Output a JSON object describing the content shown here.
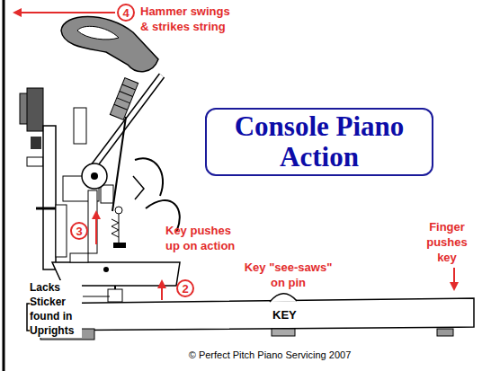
{
  "diagram": {
    "title": "Console Piano Action",
    "labels": [
      "4",
      "Hammer swings & strikes string",
      "3",
      "Key pushes up on action",
      "2",
      "Key \"see-saws\" on pin",
      "Finger pushes key",
      "Lacks Sticker found in Uprights",
      "KEY",
      "© Perfect Pitch Piano Servicing 2007"
    ]
  }
}
